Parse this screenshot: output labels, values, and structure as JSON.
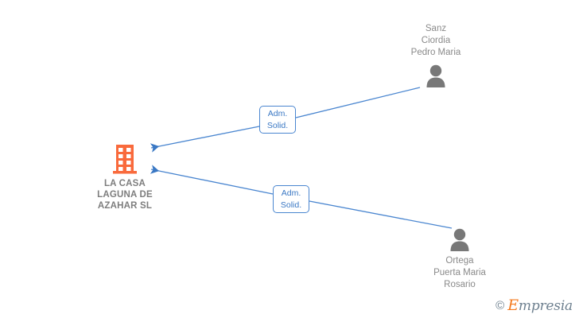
{
  "diagram": {
    "type": "org-relationship-graph",
    "background_color": "#ffffff",
    "company": {
      "name": "LA CASA\nLAGUNA DE\nAZAHAR SL",
      "icon": "building-icon",
      "icon_color": "#f96a3c",
      "label_color": "#7d7d7d"
    },
    "people": [
      {
        "id": "person-top",
        "name": "Sanz\nCiordia\nPedro Maria",
        "icon": "person-icon",
        "icon_color": "#787878",
        "label_color": "#8a8a8a"
      },
      {
        "id": "person-bottom",
        "name": "Ortega\nPuerta Maria\nRosario",
        "icon": "person-icon",
        "icon_color": "#787878",
        "label_color": "#8a8a8a"
      }
    ],
    "edges": [
      {
        "id": "edge-top",
        "from": "person-top",
        "to": "company",
        "label": "Adm.\nSolid.",
        "color": "#4a86d0",
        "arrow": "left"
      },
      {
        "id": "edge-bottom",
        "from": "person-bottom",
        "to": "company",
        "label": "Adm.\nSolid.",
        "color": "#4a86d0",
        "arrow": "left"
      }
    ]
  },
  "watermark": {
    "copyright": "©",
    "brand_first_letter": "E",
    "brand_rest": "mpresia",
    "brand_color": "#6f8190",
    "accent_color": "#f47b20"
  }
}
